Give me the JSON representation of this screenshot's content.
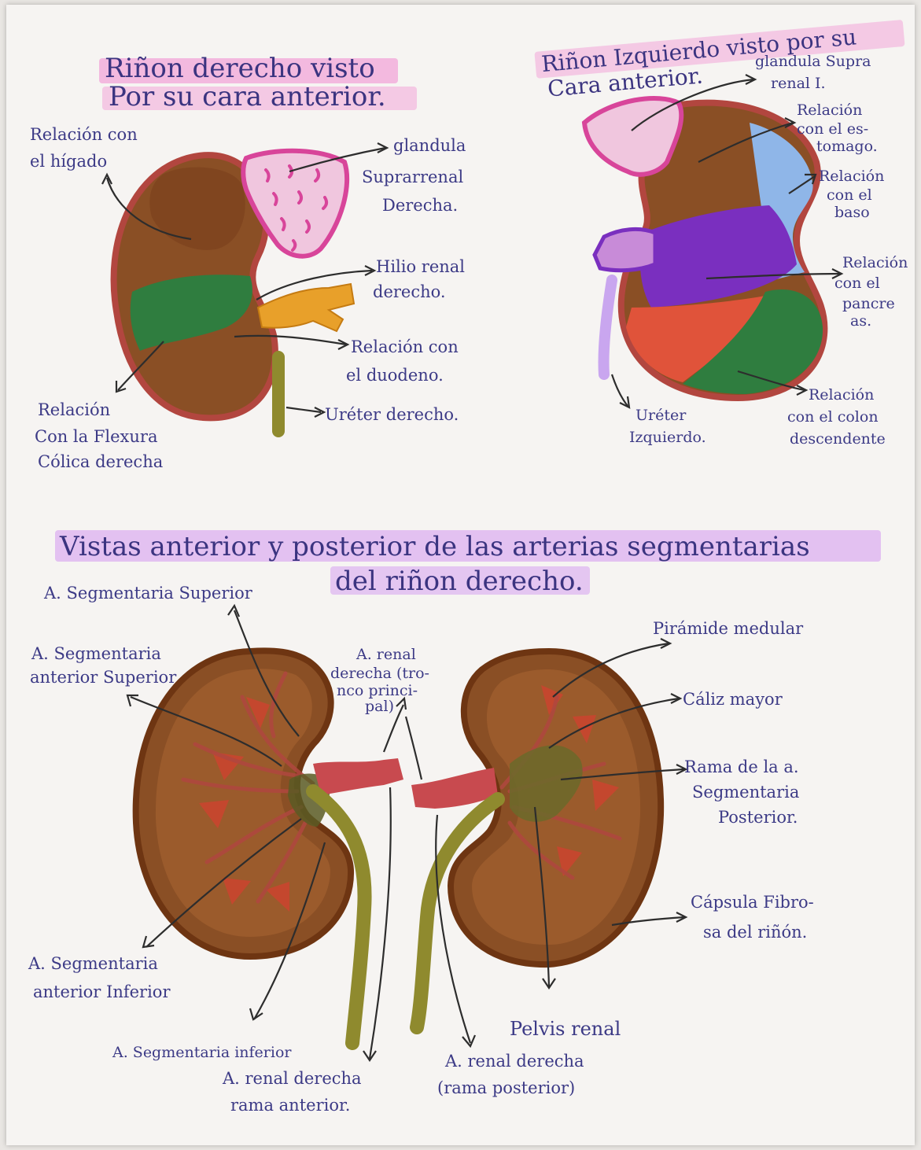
{
  "colors": {
    "ink": "#3c3a86",
    "highlight_pink": "#f2a5d8",
    "highlight_violet": "#d8a6f0",
    "kidney_brown": "#8a4f25",
    "kidney_outline": "#b2463f",
    "suprarenal_pink": "#f0c6de",
    "green": "#2f7d3f",
    "hilum_orange": "#e8a02a",
    "stomach_blue": "#8fb6e8",
    "spleen_purple": "#7a2fbf",
    "pancreas_red": "#e0533a",
    "ureter_olive": "#8f8a2e",
    "artery_red": "#c84a4f"
  },
  "titles": {
    "right_kidney": [
      "Riñon derecho visto",
      "Por su cara anterior."
    ],
    "left_kidney": [
      "Riñon Izquierdo visto por su",
      "Cara anterior."
    ],
    "arteries": [
      "Vistas anterior y posterior de las arterias segmentarias",
      "del riñon derecho."
    ]
  },
  "labels": {
    "r_liver": [
      "Relación con",
      "el hígado"
    ],
    "r_suprarenal": [
      "glandula",
      "Suprarrenal",
      "Derecha."
    ],
    "r_hilum": [
      "Hilio renal",
      "derecho."
    ],
    "r_duodenum": [
      "Relación con",
      "el duodeno."
    ],
    "r_ureter": "Uréter derecho.",
    "r_colic": [
      "Relación",
      "Con la Flexura",
      "Cólica derecha"
    ],
    "l_suprarenal": [
      "glandula Supra",
      "renal I."
    ],
    "l_stomach": [
      "Relación",
      "con el es-",
      "tomago."
    ],
    "l_spleen": [
      "Relación",
      "con el",
      "baso"
    ],
    "l_pancreas": [
      "Relación",
      "con el",
      "pancre",
      "as."
    ],
    "l_colon": [
      "Relación",
      "con el colon",
      "descendente"
    ],
    "l_ureter": [
      "Uréter",
      "Izquierdo."
    ],
    "a_seg_sup": "A. Segmentaria Superior",
    "a_seg_ant_sup": [
      "A. Segmentaria",
      "anterior Superior"
    ],
    "a_renal_trunk": [
      "A. renal",
      "derecha (tro-",
      "nco princi-",
      "pal)"
    ],
    "a_seg_ant_inf": [
      "A. Segmentaria",
      "anterior Inferior"
    ],
    "a_seg_inf": "A. Segmentaria inferior",
    "a_renal_ant": [
      "A. renal derecha",
      "rama anterior."
    ],
    "p_pyramid": "Pirámide medular",
    "p_calyx": "Cáliz mayor",
    "p_post_branch": [
      "Rama de la a.",
      "Segmentaria",
      "Posterior."
    ],
    "p_capsule": [
      "Cápsula Fibro-",
      "sa del riñón."
    ],
    "p_pelvis": "Pelvis renal",
    "p_renal_post": [
      "A. renal derecha",
      "(rama posterior)"
    ]
  }
}
